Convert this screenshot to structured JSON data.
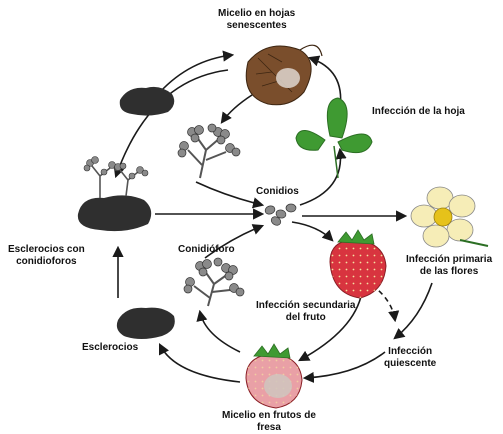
{
  "labels": {
    "micelio_hojas": [
      "Micelio en hojas",
      "senescentes"
    ],
    "infeccion_hoja": "Infección de la hoja",
    "conidios": "Conidios",
    "esclerocios_conidioforos": [
      "Esclerocios con",
      "conidioforos"
    ],
    "conidioforo": "Conidióforo",
    "infeccion_primaria": [
      "Infección primaria",
      "de las flores"
    ],
    "infeccion_secundaria": [
      "Infección secundaria",
      "del fruto"
    ],
    "esclerocios": "Esclerocios",
    "infeccion_quiescente": [
      "Infección",
      "quiescente"
    ],
    "micelio_frutos": [
      "Micelio en frutos de",
      "fresa"
    ]
  },
  "colors": {
    "line": "#1a1a1a",
    "sclerotia": "#2f2f2f",
    "leaf_green": "#3f9a32",
    "leaf_dark": "#2c6f24",
    "strawberry_red": "#d8343f",
    "strawberry_pale": "#e9a0a6",
    "flower_cream": "#f6edb7",
    "flower_yellow": "#e6c21a",
    "spore_gray": "#8a8a8a",
    "brown_leaf": "#7a4e2c"
  }
}
